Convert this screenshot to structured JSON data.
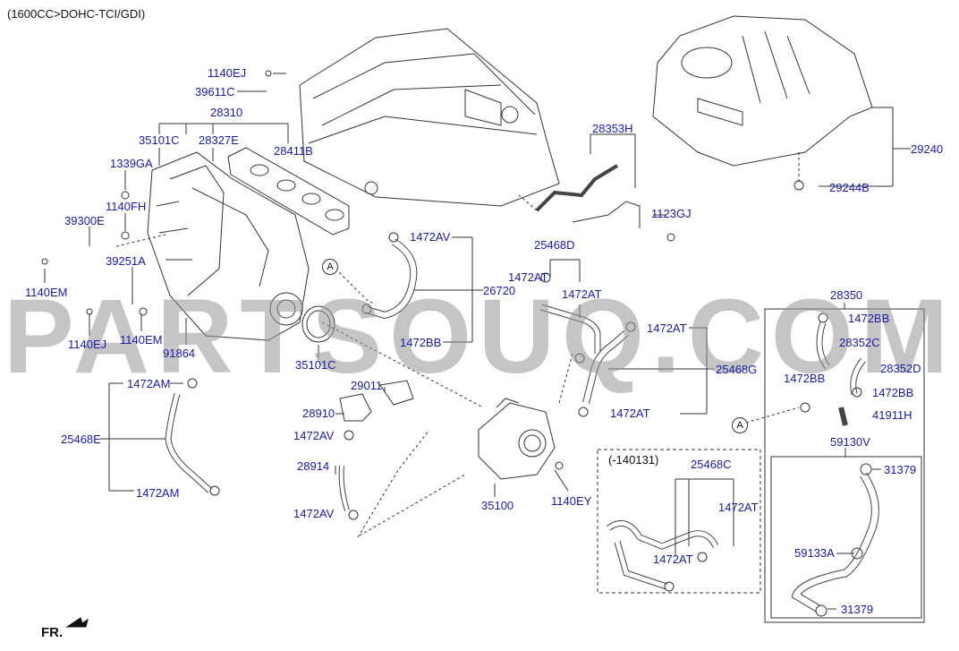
{
  "header": {
    "engine_code": "(1600CC>DOHC-TCI/GDI)"
  },
  "direction_label": "FR.",
  "watermark": "PARTSOUQ.COM",
  "reference_marker": "A",
  "sub_variant_label": "(-140131)",
  "colors": {
    "label_blue": "#1a1aa8",
    "line": "#333333",
    "watermark_gray": "#969696"
  },
  "parts": {
    "p1140ej_top": "1140EJ",
    "p39611c": "39611C",
    "p28310": "28310",
    "p35101c_top": "35101C",
    "p28327e": "28327E",
    "p28411b": "28411B",
    "p1339ga": "1339GA",
    "p1140fh": "1140FH",
    "p39300e": "39300E",
    "p39251a": "39251A",
    "p1140em_left": "1140EM",
    "p1140ej_left": "1140EJ",
    "p1140em_mid": "1140EM",
    "p91864": "91864",
    "p35101c_mid": "35101C",
    "p1472av_top": "1472AV",
    "p26720": "26720",
    "p1472bb_mid": "1472BB",
    "p28353h": "28353H",
    "p1123gj": "1123GJ",
    "p29240": "29240",
    "p29244b": "29244B",
    "p25468d": "25468D",
    "p1472at_a": "1472AT",
    "p1472at_b": "1472AT",
    "p1472at_c": "1472AT",
    "p25468g": "25468G",
    "p1472at_d": "1472AT",
    "p1472am_top": "1472AM",
    "p25468e": "25468E",
    "p1472am_bot": "1472AM",
    "p29011": "29011",
    "p28910": "28910",
    "p1472av_mid": "1472AV",
    "p28914": "28914",
    "p1472av_bot": "1472AV",
    "p35100": "35100",
    "p1140ey": "1140EY",
    "p25468c": "25468C",
    "p1472at_e": "1472AT",
    "p1472at_f": "1472AT",
    "p28350": "28350",
    "p1472bb_r1": "1472BB",
    "p28352c": "28352C",
    "p28352d": "28352D",
    "p1472bb_r2": "1472BB",
    "p1472bb_r3": "1472BB",
    "p41911h": "41911H",
    "p59130v": "59130V",
    "p31379_top": "31379",
    "p59133a": "59133A",
    "p31379_bot": "31379"
  }
}
